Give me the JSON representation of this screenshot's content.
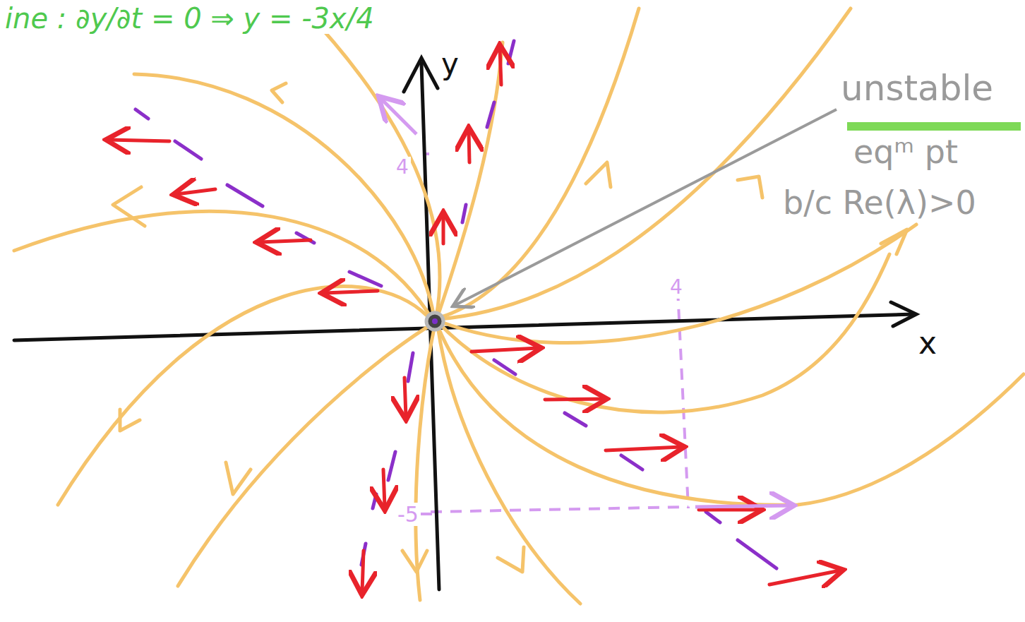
{
  "diagram": {
    "labels": [
      "ine : ∂y/∂t = 0 ⇒ y = -3x/4",
      "y",
      "x",
      "4",
      "4",
      "-5",
      "unstable",
      "eqᵐ pt",
      "b/c Re(λ)>0"
    ]
  }
}
